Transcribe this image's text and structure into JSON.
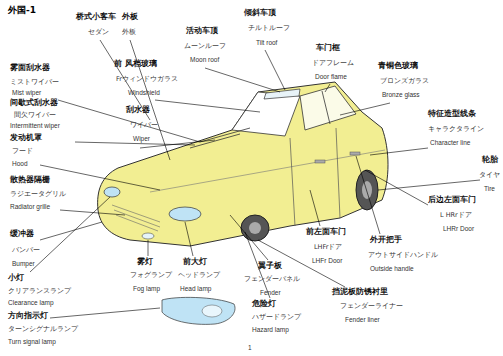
{
  "diagram": {
    "title": "外国-1",
    "labels": [
      "桥式小客车",
      "セダン",
      "外板",
      "外板",
      "活动车顶",
      "ムーンルーフ",
      "Moon roof",
      "倾斜车顶",
      "チルトルーフ",
      "Tilt roof",
      "车门框",
      "ドアフレーム",
      "Door flame",
      "青铜色玻璃",
      "ブロンズガラス",
      "Bronze glass",
      "雾面刮水器",
      "ミストワイパー",
      "Mist wiper",
      "前 风档玻璃",
      "Frウィンドウガラス",
      "Windshield",
      "间歇式刮水器",
      "間欠ワイパー",
      "Intermittent wiper",
      "刮水器",
      "ワイパー",
      "Wiper",
      "特征造型线条",
      "キャラクタライン",
      "Character line",
      "发动机罩",
      "フード",
      "Hood",
      "轮胎",
      "タイヤ",
      "Tire",
      "散热器隔栅",
      "ラジエータグリル",
      "Radiator grille",
      "后边左面车门",
      "L HRrドア",
      "LHRr Door",
      "前左面车门",
      "LHFrドア",
      "LHFr Door",
      "外开把手",
      "アウトサイドハンドル",
      "Outside handle",
      "缓冲器",
      "バンパー",
      "Bumper",
      "雾灯",
      "フォグランプ",
      "Fog lamp",
      "前大灯",
      "ヘッドランプ",
      "Head lamp",
      "翼子板",
      "フェンダーパネル",
      "Fender",
      "小灯",
      "クリアランスランプ",
      "Clearance lamp",
      "危险灯",
      "ハザードランプ",
      "Hazard lamp",
      "挡泥板防锈衬里",
      "フェンダーライナー",
      "Fender liner",
      "方向指示灯",
      "ターンシグナルランプ",
      "Turn signal lamp",
      "1"
    ]
  }
}
